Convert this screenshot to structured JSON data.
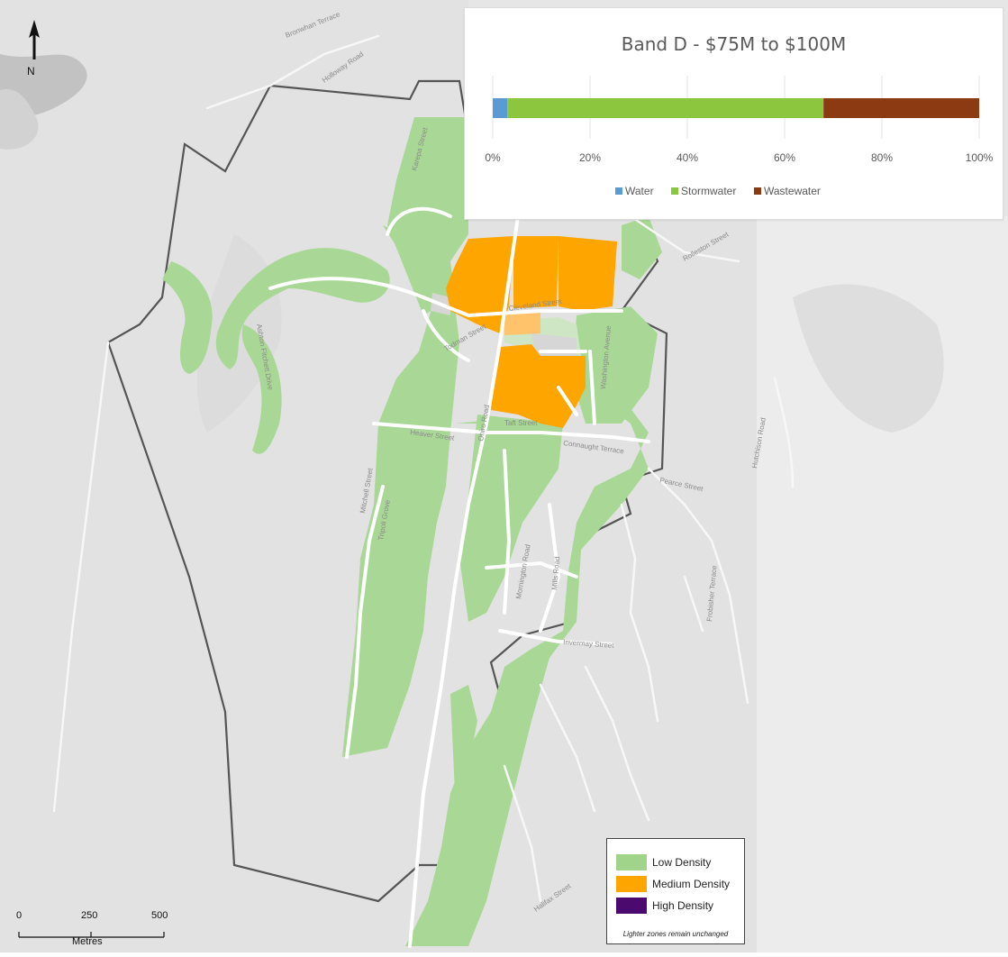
{
  "chart_data": {
    "type": "bar",
    "orientation": "horizontal",
    "stacked": true,
    "title": "Band D - $75M to $100M",
    "xlim": [
      0,
      100
    ],
    "xticks": [
      "0%",
      "20%",
      "40%",
      "60%",
      "80%",
      "100%"
    ],
    "series": [
      {
        "name": "Water",
        "values": [
          3
        ],
        "color": "#5b9bd5"
      },
      {
        "name": "Stormwater",
        "values": [
          65
        ],
        "color": "#8cc63f"
      },
      {
        "name": "Wastewater",
        "values": [
          32
        ],
        "color": "#8b3a12"
      }
    ],
    "legend_position": "bottom",
    "grid": true
  },
  "legend": {
    "items": [
      {
        "label": "Low Density",
        "color": "#9fd48a"
      },
      {
        "label": "Medium Density",
        "color": "#ffa500"
      },
      {
        "label": "High Density",
        "color": "#4b0a6e"
      }
    ],
    "note": "Lighter zones remain unchanged"
  },
  "north": {
    "label": "N"
  },
  "scale": {
    "ticks": [
      "0",
      "250",
      "500"
    ],
    "unit": "Metres"
  },
  "streets": [
    {
      "name": "Bronwhan Terrace"
    },
    {
      "name": "Holloway Road"
    },
    {
      "name": "Karepa Street"
    },
    {
      "name": "Ashton Fitchett Drive"
    },
    {
      "name": "Mitchell Street"
    },
    {
      "name": "Ohiro Road"
    },
    {
      "name": "Todman Street"
    },
    {
      "name": "Cleveland Street"
    },
    {
      "name": "Washington Avenue"
    },
    {
      "name": "Taft Street"
    },
    {
      "name": "Heaver Street"
    },
    {
      "name": "Connaught Terrace"
    },
    {
      "name": "Pearce Street"
    },
    {
      "name": "Tripoli Grove"
    },
    {
      "name": "Mornington Road"
    },
    {
      "name": "Mills Road"
    },
    {
      "name": "Invermay Street"
    },
    {
      "name": "Hutchison Road"
    },
    {
      "name": "Halifax Street"
    },
    {
      "name": "Rolleston Street"
    },
    {
      "name": "Frobisher Terrace"
    }
  ]
}
